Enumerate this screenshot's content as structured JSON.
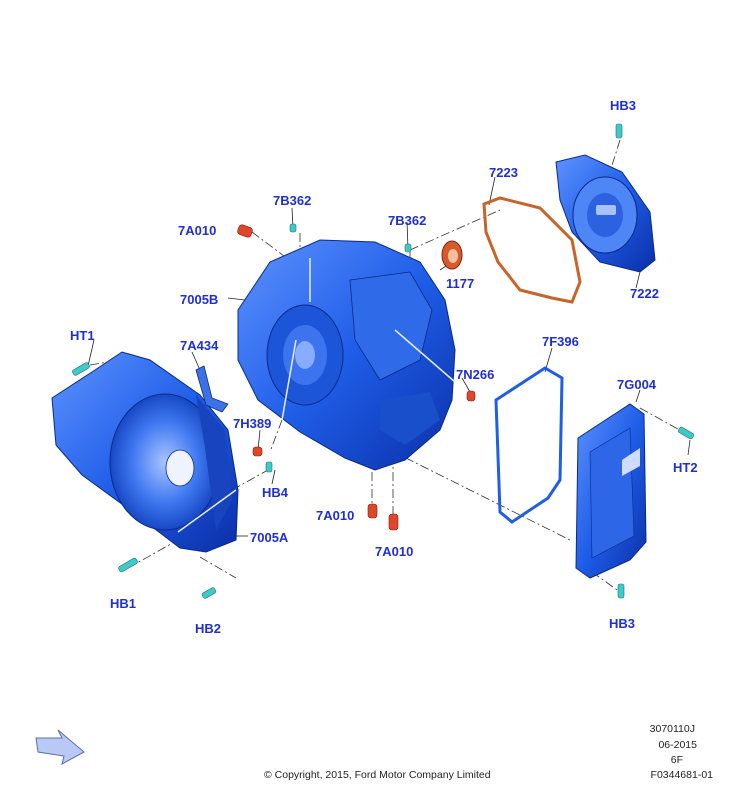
{
  "labels": {
    "hb3_top": "HB3",
    "p7223": "7223",
    "p7b362_a": "7B362",
    "p7a010_top": "7A010",
    "p7b362_b": "7B362",
    "p1177": "1177",
    "p7222": "7222",
    "p7005b": "7005B",
    "ht1": "HT1",
    "p7a434": "7A434",
    "p7f396": "7F396",
    "p7n266": "7N266",
    "p7g004": "7G004",
    "p7h389": "7H389",
    "ht2": "HT2",
    "hb4": "HB4",
    "p7a010_mid": "7A010",
    "p7005a": "7005A",
    "p7a010_low": "7A010",
    "hb1": "HB1",
    "hb2": "HB2",
    "hb3_bottom": "HB3"
  },
  "meta": {
    "code1": "3070110J",
    "date": "06-2015",
    "rev": "6F",
    "ref": "F0344681-01",
    "copyright": "© Copyright, 2015, Ford Motor Company Limited"
  },
  "colors": {
    "label": "#1f2fd6",
    "part_blue": "#1f5ee8",
    "gasket": "#c8632a",
    "fastener": "#3fc9c9",
    "plug": "#e0462a"
  },
  "icons": {
    "nav_arrow": "direction-arrow-icon"
  }
}
